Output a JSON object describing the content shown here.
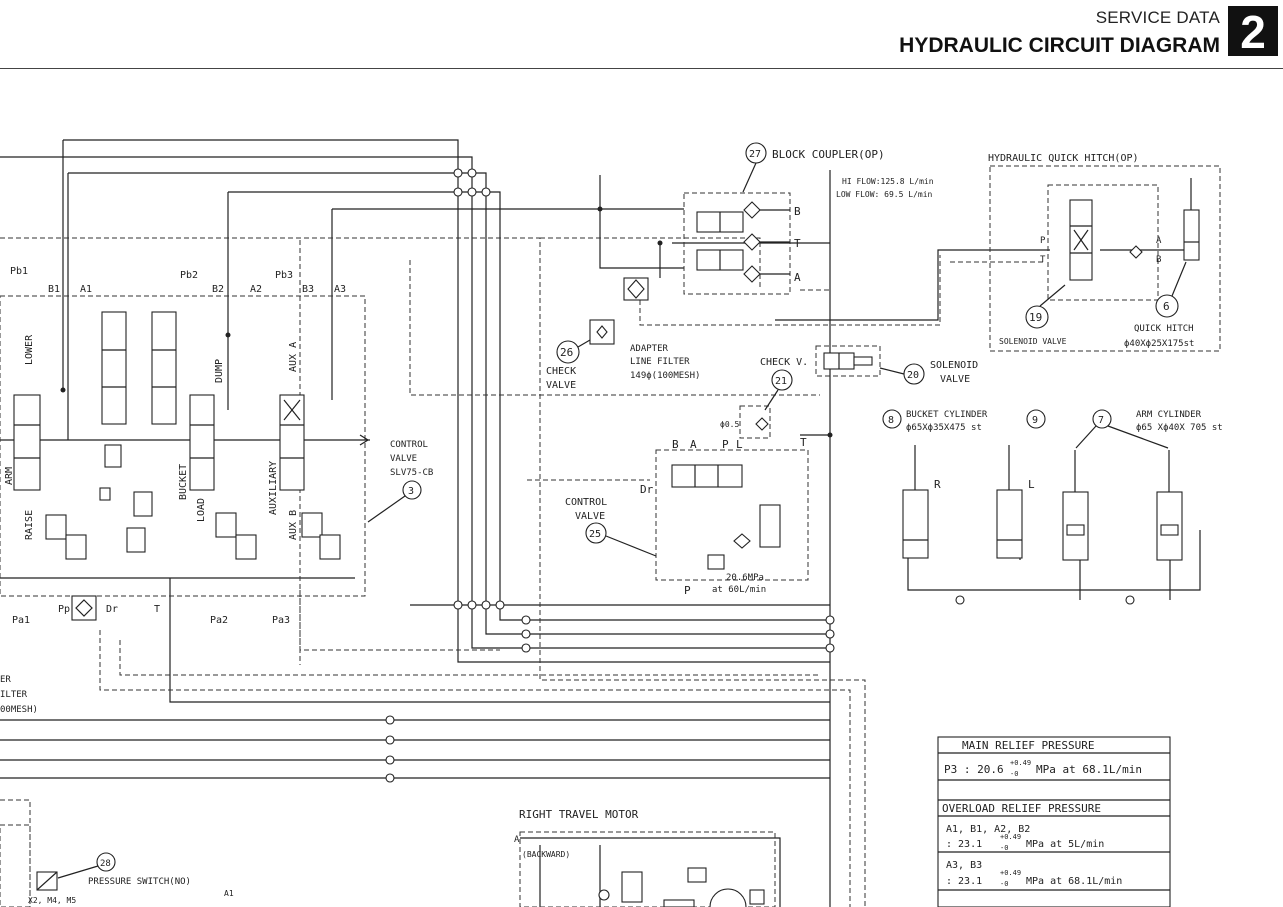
{
  "header": {
    "section": "SERVICE DATA",
    "title": "HYDRAULIC CIRCUIT DIAGRAM",
    "chapter": "2"
  },
  "labels": {
    "pb1": "Pb1",
    "b1": "B1",
    "a1": "A1",
    "pb2": "Pb2",
    "b2": "B2",
    "a2": "A2",
    "pb3": "Pb3",
    "b3": "B3",
    "a3": "A3",
    "lower": "LOWER",
    "arm": "ARM",
    "raise": "RAISE",
    "dump": "DUMP",
    "bucket": "BUCKET",
    "load": "LOAD",
    "aux_a": "AUX A",
    "auxiliary": "AUXILIARY",
    "aux_b": "AUX B",
    "pp": "Pp",
    "dr": "Dr",
    "t": "T",
    "pa1": "Pa1",
    "pa2": "Pa2",
    "pa3": "Pa3",
    "filter_1": "ER",
    "filter_2": "ILTER",
    "filter_3": "00MESH)",
    "cv_1": "CONTROL",
    "cv_2": "VALVE",
    "cv_3": "SLV75-CB",
    "n3": "3"
  },
  "block_coupler": {
    "number": "27",
    "name": "BLOCK COUPLER(OP)",
    "hi_flow": "HI FLOW:125.8 L/min",
    "low_flow": "LOW FLOW: 69.5 L/min",
    "port_b": "B",
    "port_t": "T",
    "port_a": "A"
  },
  "quick_hitch": {
    "title": "HYDRAULIC QUICK HITCH(OP)",
    "valve_number": "19",
    "valve_label": "SOLENOID VALVE",
    "cyl_number": "6",
    "cyl_label": "QUICK HITCH",
    "cyl_spec": "ϕ40Xϕ25X175st",
    "p": "P",
    "t": "T",
    "a": "A",
    "b": "B"
  },
  "check_valve": {
    "number": "26",
    "line1": "CHECK",
    "line2": "VALVE"
  },
  "adapter_filter": {
    "line1": "ADAPTER",
    "line2": "LINE FILTER",
    "line3": "149ϕ(100MESH)"
  },
  "check_v": {
    "label": "CHECK V.",
    "number": "21",
    "orifice": "ϕ0.5"
  },
  "solenoid_valve": {
    "number": "20",
    "line1": "SOLENOID",
    "line2": "VALVE"
  },
  "control_valve_25": {
    "number": "25",
    "line1": "CONTROL",
    "line2": "VALVE",
    "b": "B",
    "a": "A",
    "p": "P",
    "l": "L",
    "t": "T",
    "dr": "Dr",
    "p_bottom": "P",
    "pressure": "20.6MPa",
    "flow": "at 60L/min"
  },
  "bucket_cylinder": {
    "n8": "8",
    "n9": "9",
    "line1": "BUCKET CYLINDER",
    "line2": "ϕ65Xϕ35X475 st",
    "r": "R",
    "l": "L"
  },
  "arm_cylinder": {
    "number": "7",
    "line1": "ARM CYLINDER",
    "line2": "ϕ65 Xϕ40X 705 st"
  },
  "right_travel_motor": {
    "title": "RIGHT TRAVEL MOTOR",
    "a": "A",
    "backward": "(BACKWARD)"
  },
  "pressure_switch": {
    "number": "28",
    "label": "PRESSURE SWITCH(NO)",
    "ports": "X2, M4, M5",
    "a1": "A1"
  },
  "relief_table": {
    "main_title": "MAIN RELIEF PRESSURE",
    "main_row": "P3 : 20.6",
    "main_tol": "+0.49",
    "main_tol_low": "-0",
    "main_suffix": "MPa at 68.1L/min",
    "overload_title": "OVERLOAD RELIEF PRESSURE",
    "row1_ports": "A1, B1, A2, B2",
    "row1_value": ": 23.1",
    "row1_suffix": "MPa at 5L/min",
    "row2_ports": "A3, B3",
    "row2_value": ": 23.1",
    "row2_suffix": "MPa at 68.1L/min",
    "tol": "+0.49",
    "tol_low": "-0"
  }
}
